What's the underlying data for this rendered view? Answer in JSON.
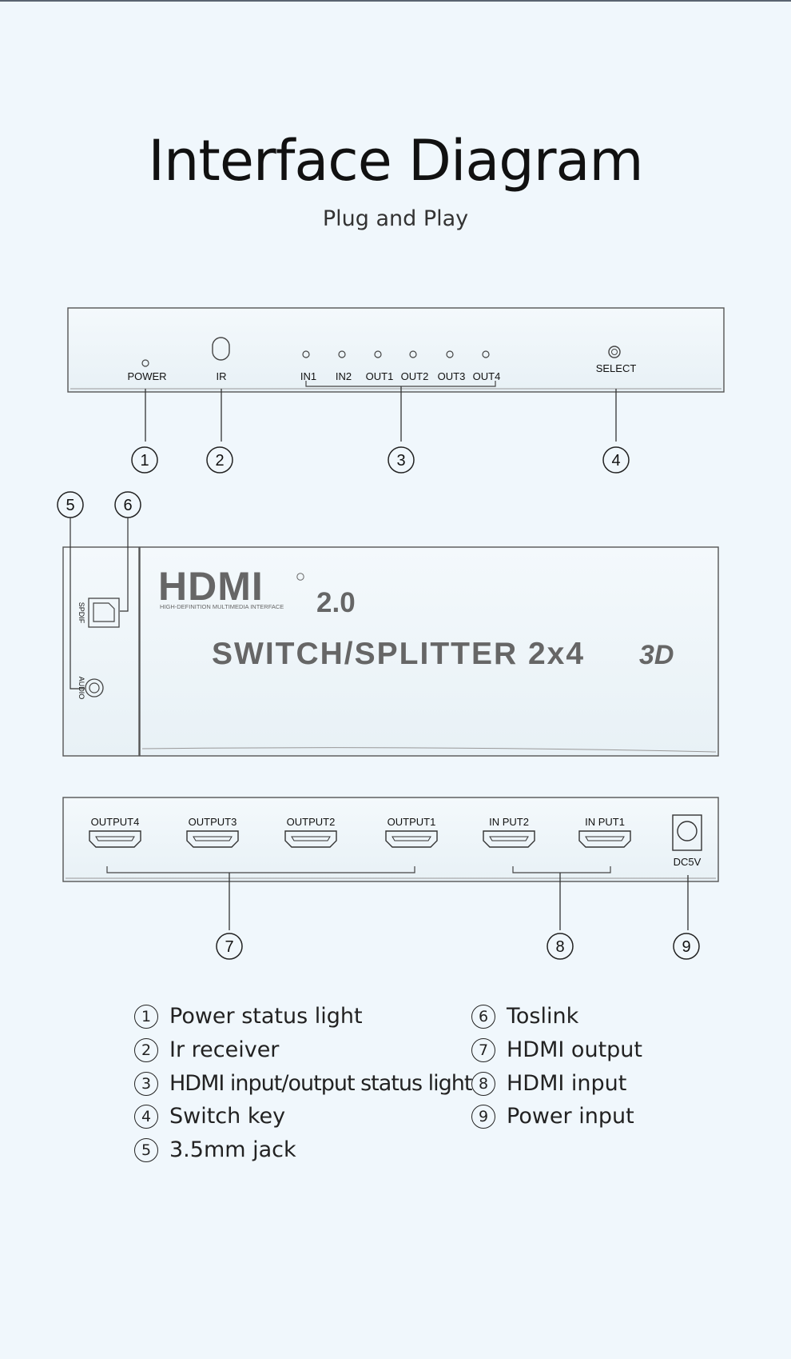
{
  "title": "Interface Diagram",
  "subtitle": "Plug and Play",
  "front_panel": {
    "labels": {
      "power": "POWER",
      "ir": "IR",
      "in1": "IN1",
      "in2": "IN2",
      "out1": "OUT1",
      "out2": "OUT2",
      "out3": "OUT3",
      "out4": "OUT4",
      "select": "SELECT"
    },
    "callouts": [
      "1",
      "2",
      "3",
      "4"
    ]
  },
  "top_view": {
    "logo": "HDMI",
    "logo_tagline": "HIGH-DEFINITION MULTIMEDIA INTERFACE",
    "version": "2.0",
    "product": "SWITCH/SPLITTER 2x4",
    "badge": "3D",
    "side_labels": {
      "spdif": "SPDIF",
      "audio": "AUDIO"
    },
    "callouts": [
      "5",
      "6"
    ]
  },
  "back_panel": {
    "ports": [
      "OUTPUT4",
      "OUTPUT3",
      "OUTPUT2",
      "OUTPUT1",
      "IN PUT2",
      "IN PUT1"
    ],
    "dc_label": "DC5V",
    "callouts": [
      "7",
      "8",
      "9"
    ]
  },
  "legend": [
    {
      "num": "1",
      "text": "Power status light"
    },
    {
      "num": "2",
      "text": "Ir receiver"
    },
    {
      "num": "3",
      "text": "HDMI input/output status light"
    },
    {
      "num": "4",
      "text": "Switch key"
    },
    {
      "num": "5",
      "text": "3.5mm jack"
    },
    {
      "num": "6",
      "text": "Toslink"
    },
    {
      "num": "7",
      "text": "HDMI output"
    },
    {
      "num": "8",
      "text": "HDMI input"
    },
    {
      "num": "9",
      "text": "Power input"
    }
  ]
}
